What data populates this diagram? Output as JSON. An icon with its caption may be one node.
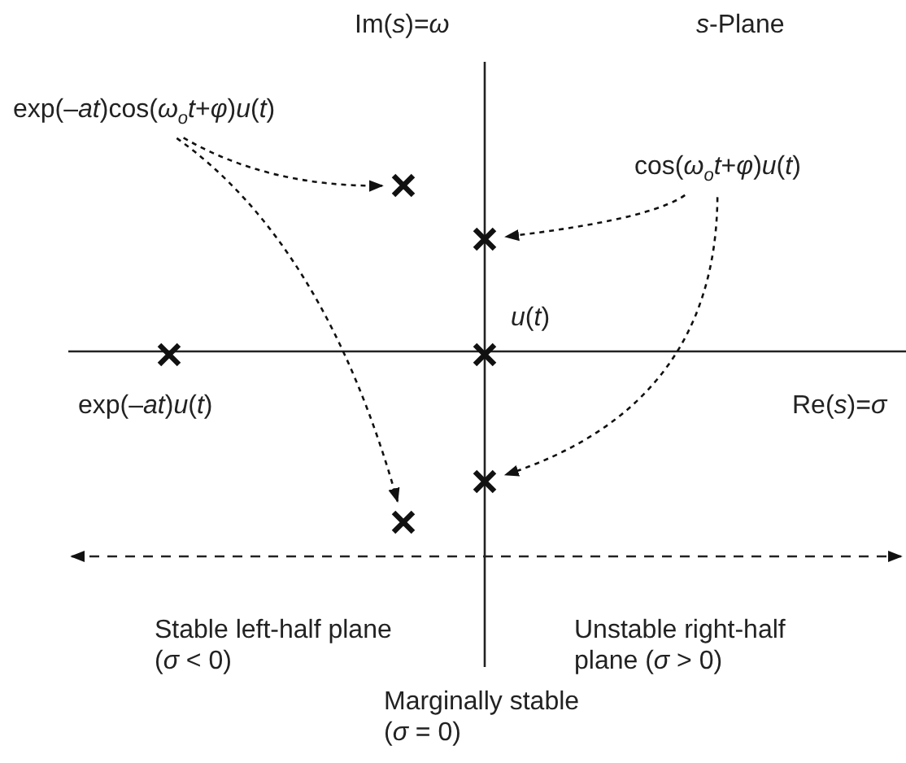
{
  "diagram": {
    "nodes": [
      {
        "text": [
          "exp(–*at*)cos(*ω*$_{o}$*t*+*φ*)*u*(*t*)"
        ]
      },
      {
        "text": [
          "cos(*ω*$_{o}$*t*+*φ*)*u*(*t*)"
        ]
      },
      {
        "text": [],
        "shape": "cross"
      },
      {
        "text": [],
        "shape": "cross"
      },
      {
        "text": [],
        "shape": "cross",
        "beside": [
          "exp(–*at*)*u*(*t*)"
        ]
      },
      {
        "text": [],
        "shape": "cross",
        "beside": [
          "*u*(*t*)"
        ]
      },
      {
        "text": [],
        "shape": "cross"
      },
      {
        "text": [],
        "shape": "cross"
      }
    ],
    "edges": [
      {
        "from": 0,
        "to": 2,
        "arrow": "to",
        "style": "dashed"
      },
      {
        "from": 0,
        "to": 7,
        "arrow": "to",
        "style": "dashed"
      },
      {
        "from": 1,
        "to": 3,
        "arrow": "to",
        "style": "dashed"
      },
      {
        "from": 1,
        "to": 6,
        "arrow": "to",
        "style": "dashed"
      }
    ],
    "labels": [
      "Im(*s*)=*ω*",
      "*s*-Plane",
      "Re(*s*)=*σ*",
      "Stable left-half plane (*σ* < 0)",
      "Unstable right-half plane (*σ* > 0)",
      "Marginally stable (*σ* = 0)"
    ]
  }
}
